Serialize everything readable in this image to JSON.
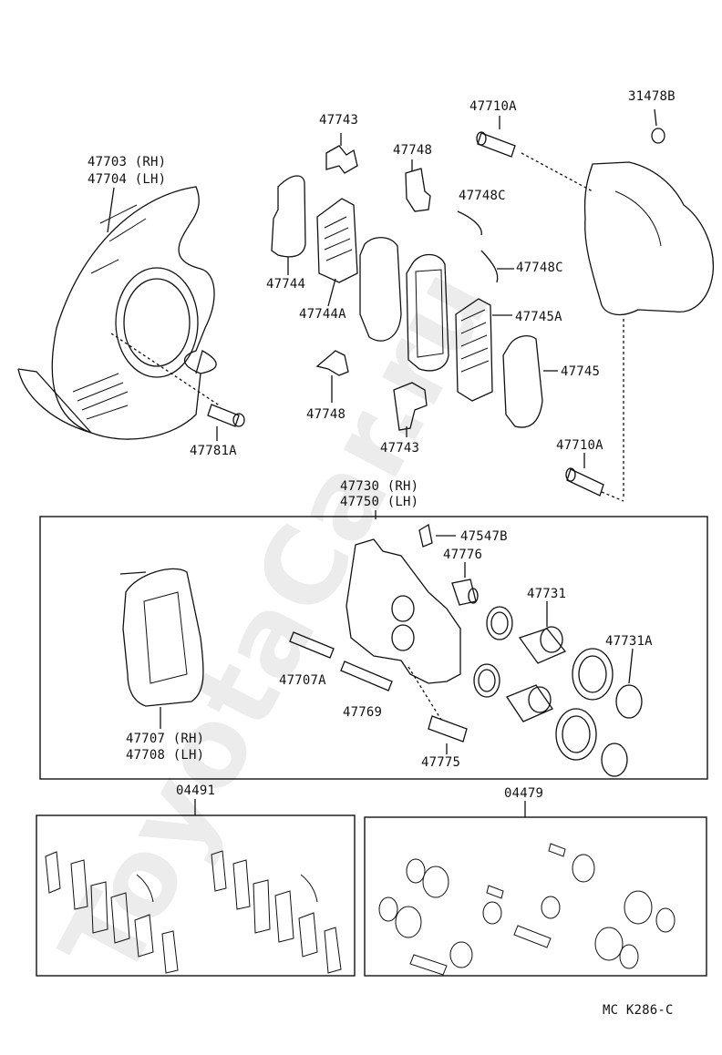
{
  "watermark": "ToyotaCar.ru",
  "diagram_code": "MC K286-C",
  "parts": {
    "p31478B": "31478B",
    "p47710A_top": "47710A",
    "p47743_top": "47743",
    "p47748_top": "47748",
    "p47703": "47703 (RH)",
    "p47704": "47704 (LH)",
    "p47748C_a": "47748C",
    "p47748C_b": "47748C",
    "p47744": "47744",
    "p47744A": "47744A",
    "p47745A": "47745A",
    "p47745": "47745",
    "p47748_bot": "47748",
    "p47743_bot": "47743",
    "p47781A": "47781A",
    "p47710A_bot": "47710A",
    "p47730": "47730 (RH)",
    "p47750": "47750 (LH)",
    "p47547B": "47547B",
    "p47776": "47776",
    "p47731": "47731",
    "p47731A": "47731A",
    "p47707A": "47707A",
    "p47769": "47769",
    "p47707": "47707 (RH)",
    "p47708": "47708 (LH)",
    "p47775": "47775",
    "kit_pads": "04491",
    "kit_seals": "04479"
  }
}
